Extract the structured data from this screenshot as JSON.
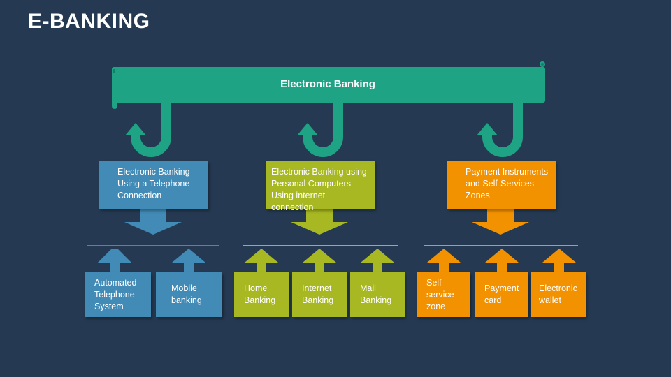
{
  "title": "E-BANKING",
  "colors": {
    "background": "#253a52",
    "banner": "#1fa385",
    "blue": "#428bb7",
    "green": "#a7b822",
    "orange": "#f39200"
  },
  "banner": {
    "label": "Electronic Banking"
  },
  "categories": [
    {
      "label": "Electronic Banking Using a Telephone Connection",
      "color": "blue",
      "children": [
        "Automated Telephone System",
        "Mobile banking"
      ]
    },
    {
      "label": "Electronic Banking using Personal Computers Using internet connection",
      "color": "green",
      "children": [
        "Home Banking",
        "Internet Banking",
        "Mail Banking"
      ]
    },
    {
      "label": "Payment Instruments and Self-Services Zones",
      "color": "orange",
      "children": [
        "Self-service zone",
        "Payment card",
        "Electronic wallet"
      ]
    }
  ]
}
